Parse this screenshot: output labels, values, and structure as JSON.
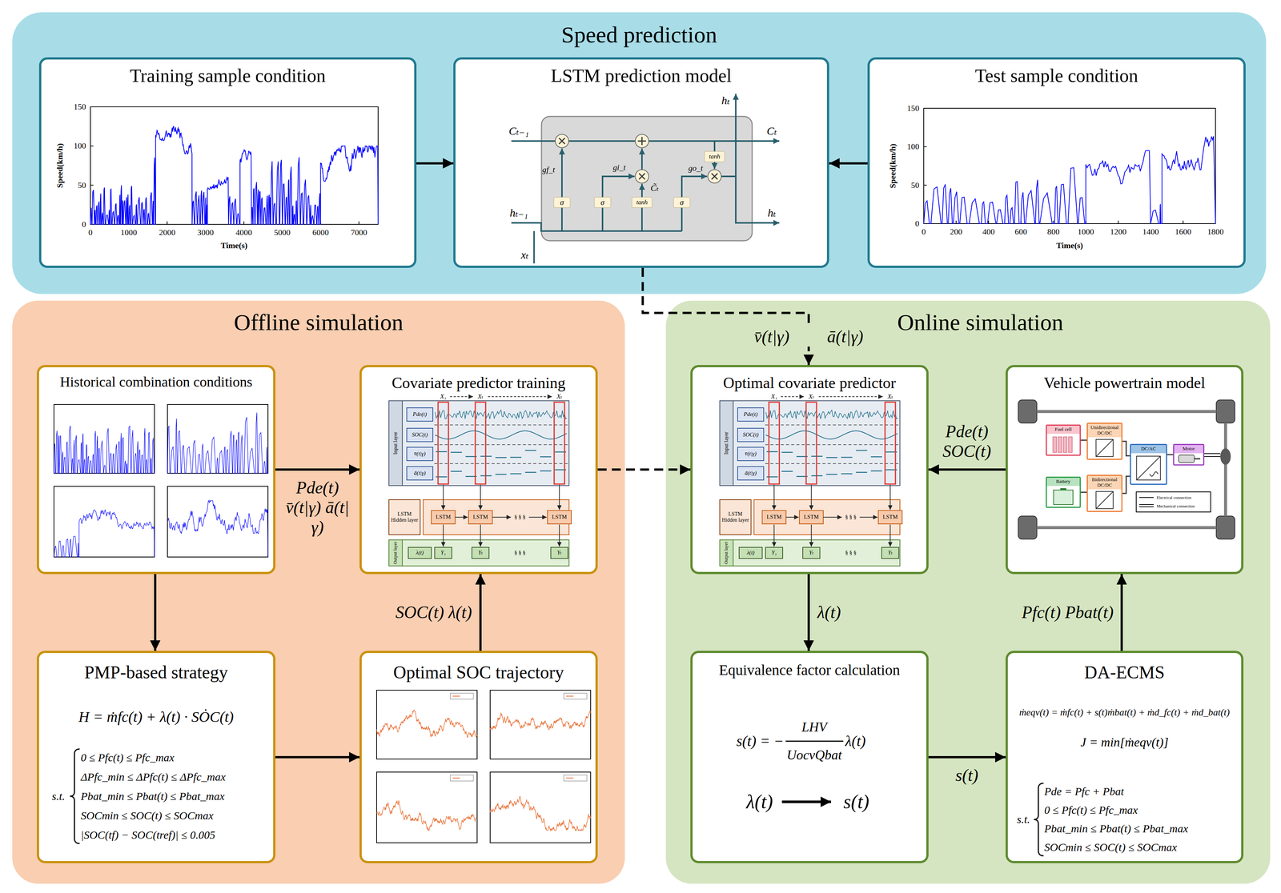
{
  "diagram": {
    "nodes": [
      {
        "text": [
          "Speed prediction"
        ]
      },
      {
        "text": [
          "Training sample condition"
        ],
        "in": 0
      },
      {
        "text": [
          "LSTM prediction model"
        ],
        "in": 0
      },
      {
        "text": [
          "Test sample condition"
        ],
        "in": 0
      },
      {
        "text": [
          "Offline simulation"
        ]
      },
      {
        "text": [
          "Historical combination conditions"
        ],
        "in": 4
      },
      {
        "text": [
          "Covariate predictor training"
        ],
        "in": 4
      },
      {
        "text": [
          "PMP-based strategy",
          "H = ṁfc(t) + λ(t) · SȮC(t)",
          "s.t.",
          "0 ≤ Pfc(t) ≤ Pfc_max",
          "ΔPfc_min ≤ ΔPfc(t) ≤ ΔPfc_max",
          "Pbat_min ≤ Pbat(t) ≤ Pbat_max",
          "SOCmin ≤ SOC(t) ≤ SOCmax",
          "|SOC(tf) − SOC(tref)| ≤ 0.005"
        ],
        "in": 4
      },
      {
        "text": [
          "Optimal SOC trajectory"
        ],
        "in": 4
      },
      {
        "text": [
          "Online simulation"
        ]
      },
      {
        "text": [
          "Optimal covariate predictor"
        ],
        "in": 9
      },
      {
        "text": [
          "Vehicle powertrain model"
        ],
        "in": 9
      },
      {
        "text": [
          "Equivalence factor calculation",
          "s(t) = −",
          "LHV",
          "UocvQbat",
          "λ(t)",
          "λ(t)",
          "s(t)"
        ],
        "in": 9
      },
      {
        "text": [
          "DA-ECMS",
          "ṁeqv(t) = ṁfc(t) + s(t)ṁbat(t) + ṁd_fc(t) + ṁd_bat(t)",
          "J = min[ṁeqv(t)]",
          "s.t.",
          "Pde = Pfc + Pbat",
          "0 ≤ Pfc(t) ≤ Pfc_max",
          "Pbat_min ≤ Pbat(t) ≤ Pbat_max",
          "SOCmin ≤ SOC(t) ≤ SOCmax"
        ],
        "in": 9
      },
      {
        "text": [
          "Fuel cell"
        ],
        "in": 11
      },
      {
        "text": [
          "Unidirectional DC/DC"
        ],
        "in": 11
      },
      {
        "text": [
          "DC/AC"
        ],
        "in": 11
      },
      {
        "text": [
          "Motor"
        ],
        "in": 11
      },
      {
        "text": [
          "Battery"
        ],
        "in": 11
      },
      {
        "text": [
          "Bidirectional DC/DC"
        ],
        "in": 11
      }
    ],
    "edges": [
      {
        "from": 1,
        "to": 2,
        "arrow": "to"
      },
      {
        "from": 3,
        "to": 2,
        "arrow": "to"
      },
      {
        "from": 2,
        "to": 10,
        "arrow": "to",
        "label": "v̄(t|γ) ā(t|γ)"
      },
      {
        "from": 5,
        "to": 6,
        "arrow": "to",
        "label": "Pde(t) v̄(t|γ) ā(t|γ)"
      },
      {
        "from": 5,
        "to": 7,
        "arrow": "to"
      },
      {
        "from": 7,
        "to": 8,
        "arrow": "to"
      },
      {
        "from": 8,
        "to": 6,
        "arrow": "to",
        "label": "SOC(t) λ(t)"
      },
      {
        "from": 6,
        "to": 10,
        "arrow": "to"
      },
      {
        "from": 11,
        "to": 10,
        "arrow": "to",
        "label": "Pde(t) SOC(t)"
      },
      {
        "from": 10,
        "to": 12,
        "arrow": "to",
        "label": "λ(t)"
      },
      {
        "from": 12,
        "to": 13,
        "arrow": "to",
        "label": "s(t)"
      },
      {
        "from": 13,
        "to": 11,
        "arrow": "to",
        "label": "Pfc(t) Pbat(t)"
      },
      {
        "from": 14,
        "to": 15,
        "arrow": "none"
      },
      {
        "from": 18,
        "to": 19,
        "arrow": "none"
      },
      {
        "from": 15,
        "to": 16,
        "arrow": "none"
      },
      {
        "from": 19,
        "to": 16,
        "arrow": "none"
      },
      {
        "from": 16,
        "to": 17,
        "arrow": "none"
      }
    ],
    "labels": [
      "150",
      "100",
      "50",
      "0",
      "0",
      "1000",
      "2000",
      "3000",
      "4000",
      "5000",
      "6000",
      "7000",
      "Speed(km/h)",
      "Time(s)",
      "150",
      "100",
      "50",
      "0",
      "0",
      "200",
      "400",
      "600",
      "800",
      "1000",
      "1200",
      "1400",
      "1600",
      "1800",
      "Speed(km/h)",
      "Time(s)",
      "Cₜ₋₁",
      "Cₜ",
      "hₜ₋₁",
      "hₜ",
      "hₜ",
      "xₜ",
      "gf_t",
      "gi_t",
      "go_t",
      "C̃ₜ",
      "σ",
      "σ",
      "tanh",
      "σ",
      "tanh",
      "X₁",
      "Xₜ",
      "Xₜ",
      "Input layer",
      "Pde(t)",
      "SOC(t)",
      "v̄(t|γ)",
      "ā(t|γ)",
      "LSTM Hidden layer",
      "LSTM",
      "LSTM",
      "§ § §",
      "LSTM",
      "Output layer",
      "λ(t)",
      "Y₁",
      "Yₜ",
      "§ § §",
      "Yₜ",
      "X₁",
      "Xₜ",
      "Xₜ",
      "Input layer",
      "Pde(t)",
      "SOC(t)",
      "v̄(t|γ)",
      "ā(t|γ)",
      "LSTM Hidden layer",
      "LSTM",
      "LSTM",
      "§ § §",
      "LSTM",
      "Output layer",
      "λ(t)",
      "Y₁",
      "Yₜ",
      "§ § §",
      "Yₜ"
    ],
    "legend": [
      {
        "text": "Electrical connection"
      },
      {
        "text": "Mechanical connection"
      }
    ]
  }
}
